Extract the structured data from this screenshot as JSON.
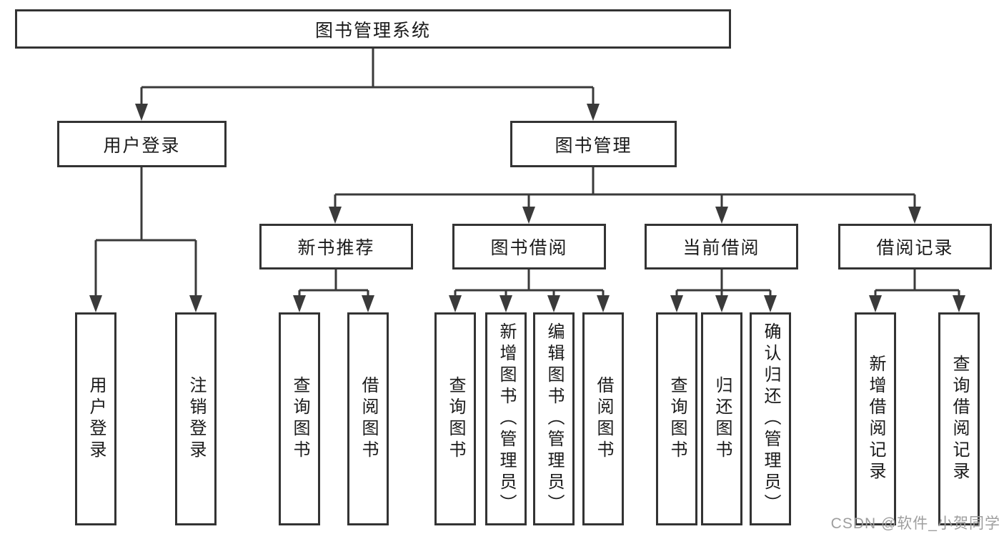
{
  "diagram": {
    "label": "图书管理系统",
    "children": [
      {
        "label": "用户登录",
        "children": [
          {
            "label": "用户登录"
          },
          {
            "label": "注销登录"
          }
        ]
      },
      {
        "label": "图书管理",
        "children": [
          {
            "label": "新书推荐",
            "children": [
              {
                "label": "查询图书"
              },
              {
                "label": "借阅图书"
              }
            ]
          },
          {
            "label": "图书借阅",
            "children": [
              {
                "label": "查询图书"
              },
              {
                "label": "新增图书（管理员）"
              },
              {
                "label": "编辑图书（管理员）"
              },
              {
                "label": "借阅图书"
              }
            ]
          },
          {
            "label": "当前借阅",
            "children": [
              {
                "label": "查询图书"
              },
              {
                "label": "归还图书"
              },
              {
                "label": "确认归还（管理员）"
              }
            ]
          },
          {
            "label": "借阅记录",
            "children": [
              {
                "label": "新增借阅记录"
              },
              {
                "label": "查询借阅记录"
              }
            ]
          }
        ]
      }
    ]
  },
  "watermark": {
    "text": "CSDN @软件_小贺同学"
  },
  "colors": {
    "box_border": "#333333",
    "connector": "#3a3a3a",
    "text": "#1a1a1a",
    "watermark": "#9e9e9e",
    "background": "#ffffff"
  }
}
